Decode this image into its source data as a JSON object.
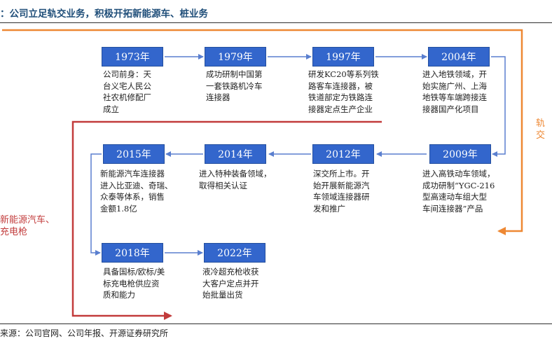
{
  "title": "：公司立足轨交业务，积极开拓新能源车、桩业务",
  "source": "来源：公司官网、公司年报、开源证券研究所",
  "side_labels": {
    "rail": "轨交",
    "new_energy": "新能源汽车、\n充电枪"
  },
  "colors": {
    "rail": "#ee8833",
    "new_energy": "#c23b3b",
    "box": "#3366cc",
    "connector": "#5a7fcf",
    "title": "#1f4e79"
  },
  "milestones": [
    {
      "year": "1973年",
      "text": "公司前身：天\n台义宅人民公\n社农机修配厂\n成立"
    },
    {
      "year": "1979年",
      "text": "成功研制中国第\n一套铁路机冷车\n连接器"
    },
    {
      "year": "1997年",
      "text": "研发KC20等系列铁\n路客车连接器，被\n铁道部定为铁路连\n接器定点生产企业"
    },
    {
      "year": "2004年",
      "text": "进入地铁领域，开\n始实施广州、上海\n地铁等车端跨接连\n接器国产化项目"
    },
    {
      "year": "2009年",
      "text": "进入高铁动车领域，\n成功研制“YGC-216\n型高速动车组大型\n车间连接器”产品"
    },
    {
      "year": "2012年",
      "text": "深交所上市。开\n始开展新能源汽\n车领域连接器研\n发和推广"
    },
    {
      "year": "2014年",
      "text": "进入特种装备领域，\n取得相关认证"
    },
    {
      "year": "2015年",
      "text": "新能源汽车连接器\n进入比亚迪、奇瑞、\n众泰等体系，销售\n金额1.8亿"
    },
    {
      "year": "2018年",
      "text": "具备国标/欧标/美\n标充电枪供应资\n质和能力"
    },
    {
      "year": "2022年",
      "text": "液冷超充枪收获\n大客户定点并开\n始批量出货"
    }
  ]
}
